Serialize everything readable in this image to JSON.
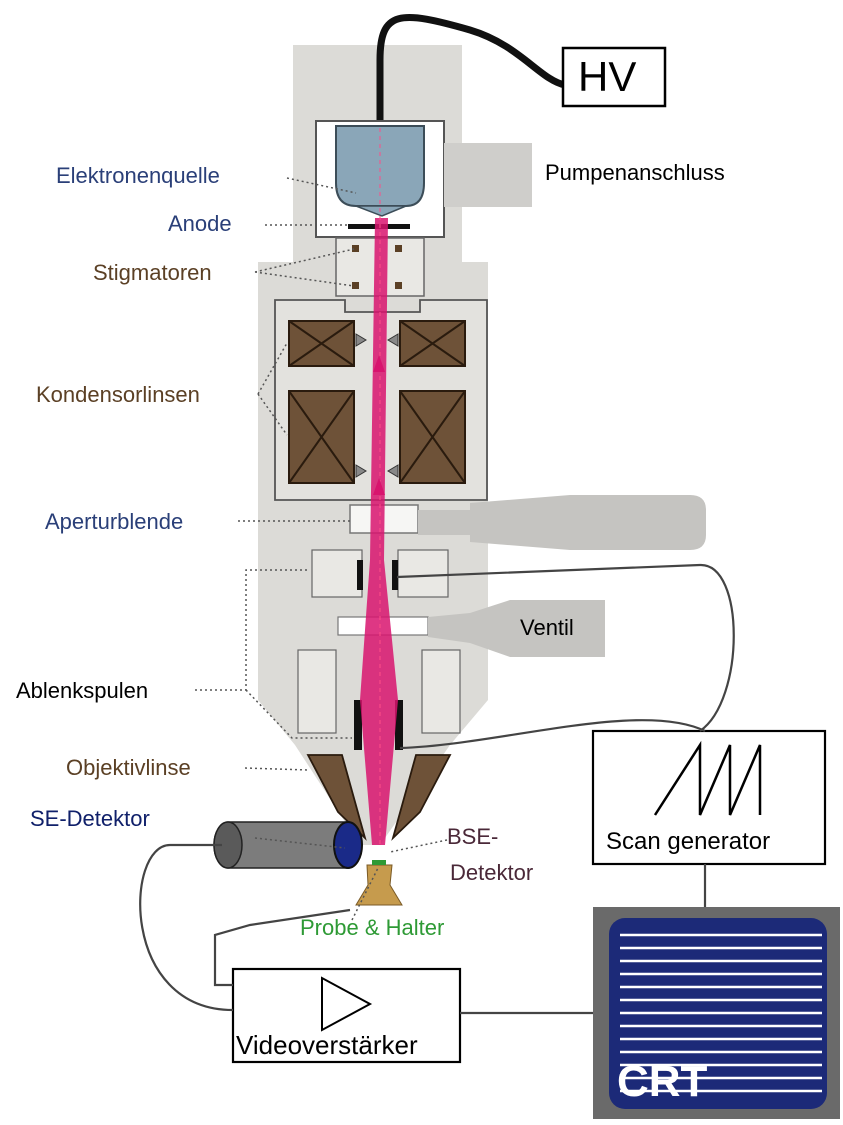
{
  "labels": {
    "hv": "HV",
    "pump": "Pumpenanschluss",
    "source": "Elektronenquelle",
    "anode": "Anode",
    "stigmators": "Stigmatoren",
    "condenser": "Kondensorlinsen",
    "aperture": "Aperturblende",
    "valve": "Ventil",
    "deflection": "Ablenkspulen",
    "objective": "Objektivlinse",
    "se_detector": "SE-Detektor",
    "bse_line1": "BSE-",
    "bse_line2": "Detektor",
    "sample": "Probe & Halter",
    "scan_generator": "Scan generator",
    "video_amp": "Videoverstärker",
    "crt": "CRT"
  },
  "colors": {
    "column": "#dcdbd7",
    "column_outline": "#9d9c98",
    "coil": "#6e5238",
    "beam": "#d8146e",
    "source_body": "#8aa6b8",
    "label_blue": "#2a3f78",
    "label_brown": "#5b4025",
    "label_green": "#2e9a35",
    "label_navy": "#10206a",
    "crt_screen": "#1c2a78",
    "crt_frame": "#6a6a6a"
  }
}
